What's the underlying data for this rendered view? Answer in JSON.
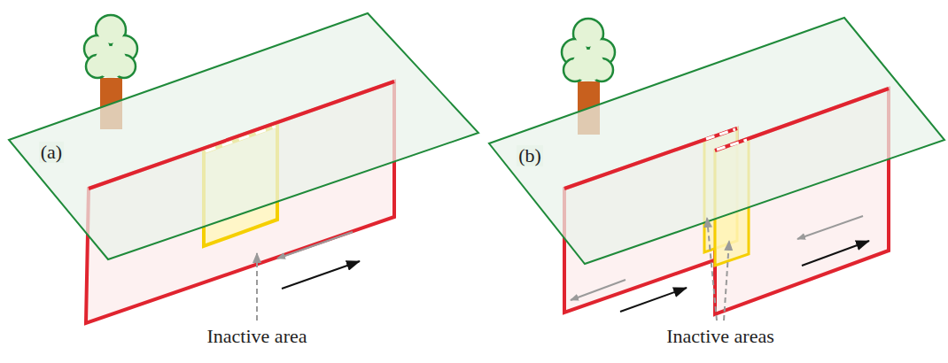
{
  "diagram": {
    "labels": [
      "(a)",
      "Inactive area",
      "(b)",
      "Inactive areas"
    ]
  }
}
